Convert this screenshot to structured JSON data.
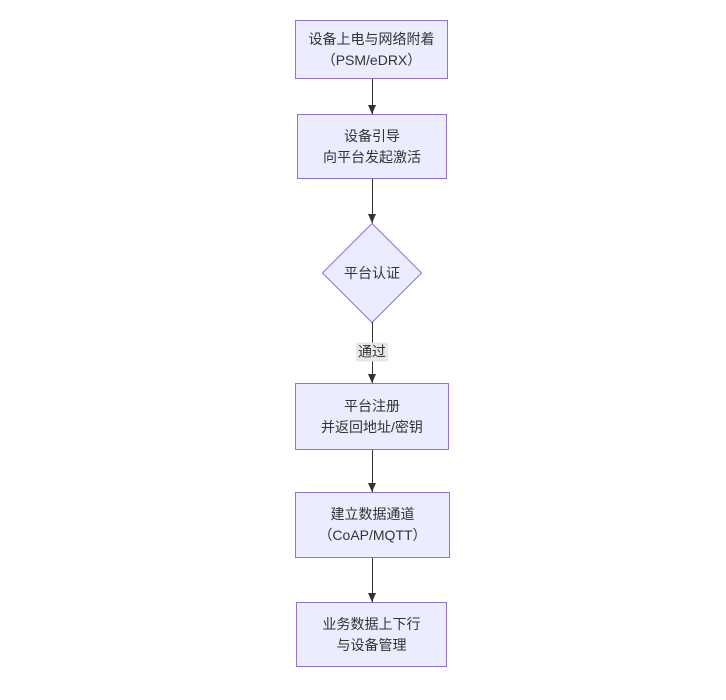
{
  "flowchart": {
    "theme": {
      "node_fill": "#ECECFF",
      "node_border": "#9370DB",
      "text_color": "#333333",
      "edge_color": "#333333",
      "edge_label_background": "#e8e8e8",
      "canvas_background": "#ffffff"
    },
    "nodes": [
      {
        "id": "power-attach",
        "type": "rect",
        "lines": [
          "设备上电与网络附着",
          "（PSM/eDRX）"
        ]
      },
      {
        "id": "bootstrap",
        "type": "rect",
        "lines": [
          "设备引导",
          "向平台发起激活"
        ]
      },
      {
        "id": "platform-auth",
        "type": "diamond",
        "lines": [
          "平台认证"
        ]
      },
      {
        "id": "platform-register",
        "type": "rect",
        "lines": [
          "平台注册",
          "并返回地址/密钥"
        ]
      },
      {
        "id": "data-channel",
        "type": "rect",
        "lines": [
          "建立数据通道",
          "（CoAP/MQTT）"
        ]
      },
      {
        "id": "business-data",
        "type": "rect",
        "lines": [
          "业务数据上下行",
          "与设备管理"
        ]
      }
    ],
    "edges": [
      {
        "from": "power-attach",
        "to": "bootstrap",
        "label": ""
      },
      {
        "from": "bootstrap",
        "to": "platform-auth",
        "label": ""
      },
      {
        "from": "platform-auth",
        "to": "platform-register",
        "label": "通过"
      },
      {
        "from": "platform-register",
        "to": "data-channel",
        "label": ""
      },
      {
        "from": "data-channel",
        "to": "business-data",
        "label": ""
      }
    ]
  }
}
